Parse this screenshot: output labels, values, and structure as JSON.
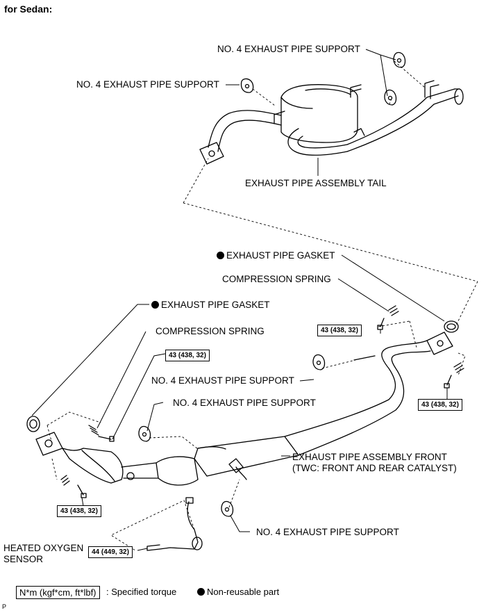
{
  "title": "for Sedan:",
  "labels": {
    "support_top_right": "NO. 4 EXHAUST PIPE SUPPORT",
    "support_top_left": "NO. 4 EXHAUST PIPE SUPPORT",
    "tail_assembly": "EXHAUST PIPE ASSEMBLY TAIL",
    "gasket_right": "EXHAUST PIPE GASKET",
    "spring_right": "COMPRESSION SPRING",
    "gasket_left": "EXHAUST PIPE GASKET",
    "spring_left": "COMPRESSION SPRING",
    "support_mid": "NO. 4 EXHAUST PIPE SUPPORT",
    "support_lower_left": "NO. 4 EXHAUST PIPE SUPPORT",
    "front_assembly_line1": "EXHAUST PIPE ASSEMBLY FRONT",
    "front_assembly_line2": "(TWC: FRONT AND REAR CATALYST)",
    "support_bottom": "NO. 4 EXHAUST PIPE SUPPORT",
    "sensor_line1": "HEATED OXYGEN",
    "sensor_line2": "SENSOR"
  },
  "torques": {
    "bolt_right_upper": "43 (438, 32)",
    "bolt_right_lower": "43 (438, 32)",
    "bolt_left_upper": "43 (438, 32)",
    "bolt_left_lower": "43 (438, 32)",
    "sensor": "44 (449, 32)"
  },
  "legend": {
    "torque_box": "N*m (kgf*cm, ft*lbf)",
    "torque_text": ": Specified torque",
    "non_reusable": "Non-reusable part"
  },
  "ref_code": "P"
}
